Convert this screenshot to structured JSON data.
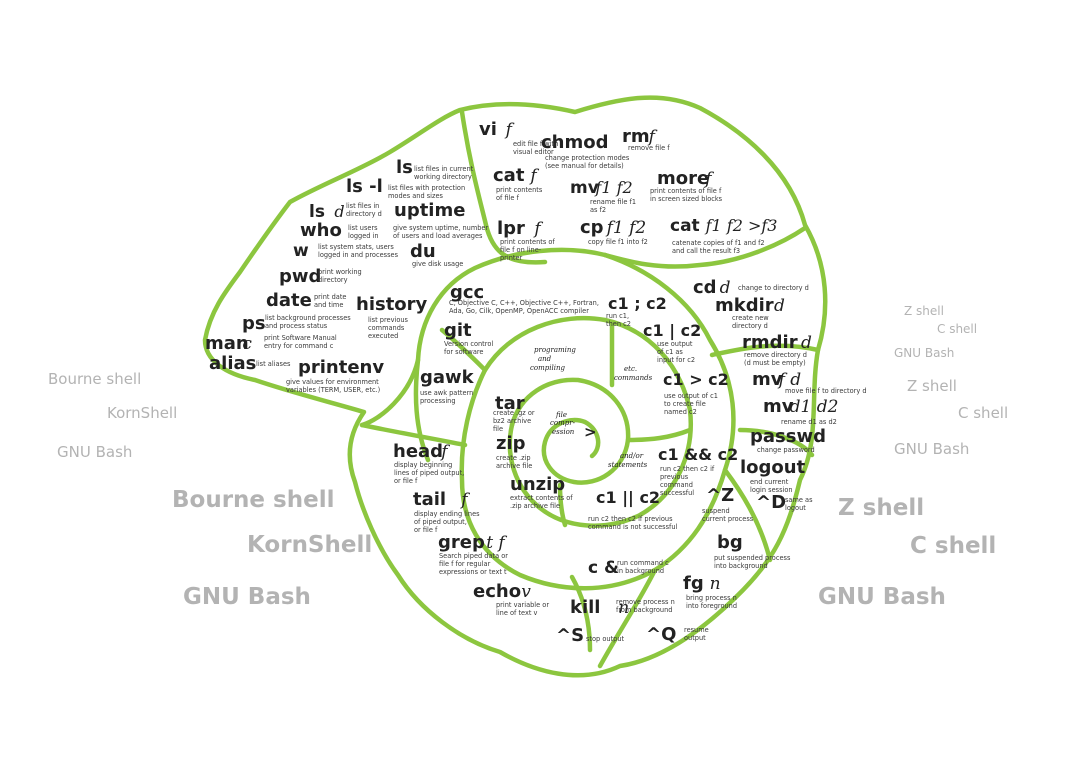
{
  "side_labels": {
    "left_small": [
      "Bourne shell",
      "KornShell",
      "GNU Bash"
    ],
    "left_large": [
      "Bourne shell",
      "KornShell",
      "GNU Bash"
    ],
    "right_small_1": [
      "Z shell",
      "C shell",
      "GNU Bash"
    ],
    "right_small_2": [
      "Z shell",
      "C shell",
      "GNU Bash"
    ],
    "right_large": [
      "Z shell",
      "C shell",
      "GNU Bash"
    ]
  },
  "colors": {
    "spiral": "#8cc63f",
    "side_text": "#b3b3b3"
  },
  "commands": {
    "vi": {
      "cmd": "vi",
      "arg": "f",
      "desc": [
        "edit file f with",
        "visual editor"
      ]
    },
    "chmod": {
      "cmd": "chmod",
      "desc": [
        "change protection modes",
        "(see manual for details)"
      ]
    },
    "rm": {
      "cmd": "rm",
      "arg": "f",
      "desc": [
        "remove file f"
      ]
    },
    "ls": {
      "cmd": "ls",
      "desc": [
        "list files in current",
        "working directory"
      ]
    },
    "ls_l": {
      "cmd": "ls -l",
      "desc": [
        "list files with protection",
        "modes and sizes"
      ]
    },
    "ls_d": {
      "cmd": "ls",
      "arg": "d",
      "desc": [
        "list files in",
        "directory d"
      ]
    },
    "who": {
      "cmd": "who",
      "desc": [
        "list users",
        "logged in"
      ]
    },
    "w": {
      "cmd": "w",
      "desc": [
        "list system stats, users",
        "logged in and processes"
      ]
    },
    "uptime": {
      "cmd": "uptime",
      "desc": [
        "give system uptime, number",
        "of users and load averages"
      ]
    },
    "du": {
      "cmd": "du",
      "desc": [
        "give disk usage"
      ]
    },
    "pwd": {
      "cmd": "pwd",
      "desc": [
        "print working",
        "directory"
      ]
    },
    "date": {
      "cmd": "date",
      "desc": [
        "print date",
        "and time"
      ]
    },
    "ps": {
      "cmd": "ps",
      "desc": [
        "list background processes",
        "and process status"
      ]
    },
    "man": {
      "cmd": "man",
      "arg": "c",
      "desc": [
        "print Software Manual",
        "entry for command c"
      ]
    },
    "alias": {
      "cmd": "alias",
      "desc": [
        "list aliases"
      ]
    },
    "history": {
      "cmd": "history",
      "desc": [
        "list previous",
        "commands",
        "executed"
      ]
    },
    "printenv": {
      "cmd": "printenv",
      "desc": [
        "give values for environment",
        "variables (TERM, USER, etc.)"
      ]
    },
    "cat": {
      "cmd": "cat",
      "arg": "f",
      "desc": [
        "print contents",
        "of file f"
      ]
    },
    "mv": {
      "cmd": "mv",
      "arg": "f1 f2",
      "desc": [
        "rename file f1",
        "as f2"
      ]
    },
    "more": {
      "cmd": "more",
      "arg": "f",
      "desc": [
        "print contents of file f",
        "in screen sized blocks"
      ]
    },
    "lpr": {
      "cmd": "lpr",
      "arg": "f",
      "desc": [
        "print contents of",
        "file f on line-",
        "printer"
      ]
    },
    "cp": {
      "cmd": "cp",
      "arg": "f1 f2",
      "desc": [
        "copy file f1 into f2"
      ]
    },
    "cat3": {
      "cmd": "cat",
      "arg": "f1 f2 >f3",
      "desc": [
        "catenate copies of f1 and f2",
        "and call the result f3"
      ]
    },
    "gcc": {
      "cmd": "gcc",
      "desc": [
        "C, Objective C, C++, Objective C++, Fortran,",
        "Ada, Go, Cilk, OpenMP, OpenACC compiler"
      ]
    },
    "git": {
      "cmd": "git",
      "desc": [
        "Version control",
        "for software"
      ]
    },
    "gawk": {
      "cmd": "gawk",
      "desc": [
        "use awk pattern",
        "processing"
      ]
    },
    "seq": {
      "cmd": "c1 ; c2",
      "desc": [
        "run c1,",
        "then c2"
      ]
    },
    "pipe": {
      "cmd": "c1 | c2",
      "desc": [
        "use output",
        "of c1 as",
        "input for c2"
      ]
    },
    "redir": {
      "cmd": "c1 > c2",
      "desc": [
        "use output of c1",
        "to create file",
        "named c2"
      ]
    },
    "and": {
      "cmd": "c1 && c2",
      "desc": [
        "run c2 then c2 if",
        "previous",
        "command",
        "successful"
      ]
    },
    "or": {
      "cmd": "c1 || c2",
      "desc": [
        "run c2 then c2 if previous",
        "command is not successful"
      ]
    },
    "cd": {
      "cmd": "cd",
      "arg": "d",
      "desc": [
        "change to directory d"
      ]
    },
    "mkdir": {
      "cmd": "mkdir",
      "arg": "d",
      "desc": [
        "create new",
        "directory d"
      ]
    },
    "rmdir": {
      "cmd": "rmdir",
      "arg": "d",
      "desc": [
        "remove directory d",
        "(d must be empty)"
      ]
    },
    "mvfd": {
      "cmd": "mv",
      "arg": "f d",
      "desc": [
        "move file f to directory d"
      ]
    },
    "mvdd": {
      "cmd": "mv",
      "arg": "d1 d2",
      "desc": [
        "rename d1 as d2"
      ]
    },
    "passwd": {
      "cmd": "passwd",
      "desc": [
        "change password"
      ]
    },
    "logout": {
      "cmd": "logout",
      "desc": [
        "end current",
        "login session"
      ]
    },
    "ctrlD": {
      "cmd": "^D",
      "desc": [
        "same as",
        "logout"
      ]
    },
    "ctrlZ": {
      "cmd": "^Z",
      "desc": [
        "suspend",
        "current process"
      ]
    },
    "bg": {
      "cmd": "bg",
      "desc": [
        "put suspended process",
        "into background"
      ]
    },
    "fg": {
      "cmd": "fg",
      "arg": "n",
      "desc": [
        "bring process n",
        "into foreground"
      ]
    },
    "ctrlQ": {
      "cmd": "^Q",
      "desc": [
        "resume",
        "output"
      ]
    },
    "ctrlS": {
      "cmd": "^S",
      "desc": [
        "stop output"
      ]
    },
    "kill": {
      "cmd": "kill",
      "arg": "n",
      "desc": [
        "remove process n",
        "from background"
      ]
    },
    "bgrun": {
      "cmd": "c &",
      "desc": [
        "run command c",
        "in background"
      ]
    },
    "echo": {
      "cmd": "echo",
      "arg": "v",
      "desc": [
        "print variable or",
        "line of text v"
      ]
    },
    "grep": {
      "cmd": "grep",
      "arg": "t f",
      "desc": [
        "Search piped data or",
        "file f for regular",
        "expressions or text t"
      ]
    },
    "tail": {
      "cmd": "tail",
      "arg": "f",
      "desc": [
        "display ending lines",
        "of piped output,",
        "or file f"
      ]
    },
    "head": {
      "cmd": "head",
      "arg": "f",
      "desc": [
        "display beginning",
        "lines of piped output,",
        "or file f"
      ]
    },
    "tar": {
      "cmd": "tar",
      "desc": [
        "create .gz or",
        "bz2 archive",
        "file"
      ]
    },
    "zip": {
      "cmd": "zip",
      "desc": [
        "create .zip",
        "archive file"
      ]
    },
    "unzip": {
      "cmd": "unzip",
      "desc": [
        "extract contents of",
        ".zip archive file"
      ]
    }
  },
  "section_labels": {
    "programming": [
      "programing",
      "and",
      "compiling"
    ],
    "etc": [
      "etc.",
      "commands"
    ],
    "file": [
      "file",
      "compr-",
      "ession"
    ],
    "andor": [
      "and/or",
      "statements"
    ],
    "prompt": ">"
  }
}
